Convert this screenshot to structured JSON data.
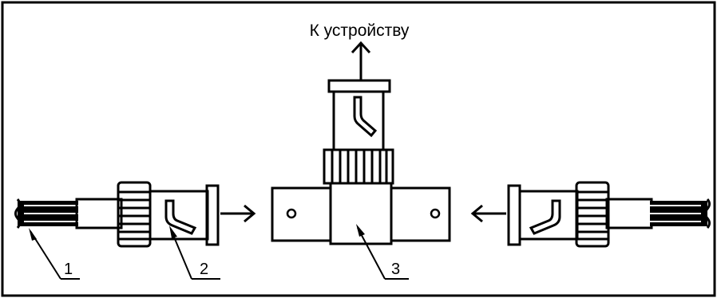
{
  "diagram": {
    "top_label": "К устройству",
    "callouts": [
      {
        "number": "1"
      },
      {
        "number": "2"
      },
      {
        "number": "3"
      }
    ],
    "colors": {
      "line": "#000000",
      "background": "#ffffff"
    }
  }
}
